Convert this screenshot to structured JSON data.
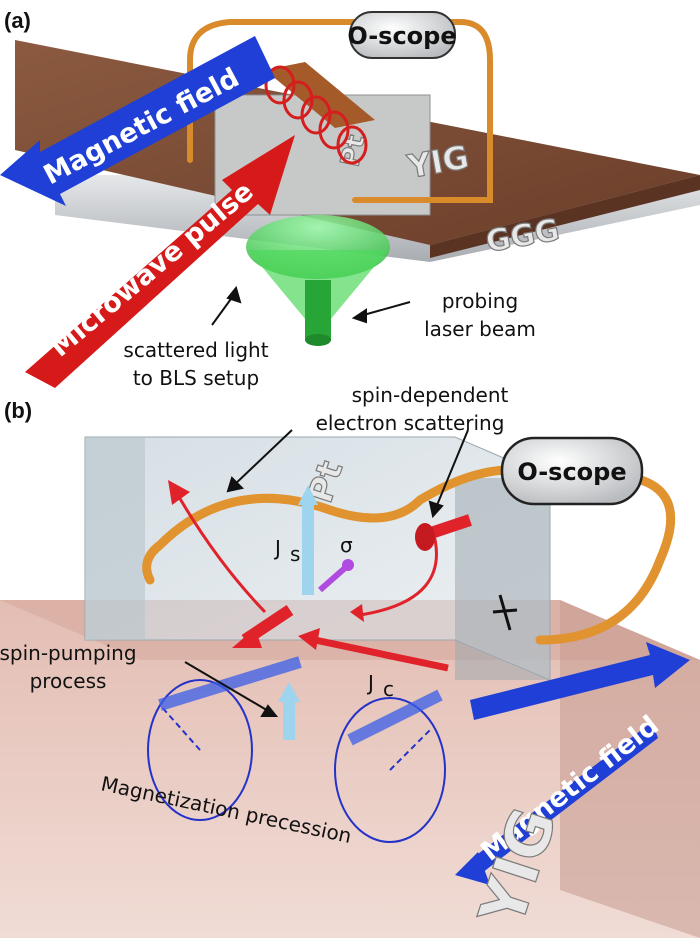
{
  "panel_a": {
    "label": "(a)",
    "magnetic_field": "Magnetic field",
    "microwave_pulse": "Microwave pulse",
    "oscope": "O-scope",
    "pt": "Pt",
    "yig": "YIG",
    "ggg": "GGG",
    "scattered_line1": "scattered light",
    "scattered_line2": "to BLS setup",
    "probing_line1": "probing",
    "probing_line2": "laser beam"
  },
  "panel_b": {
    "label": "(b)",
    "spin_dep_line1": "spin-dependent",
    "spin_dep_line2": "electron scattering",
    "oscope": "O-scope",
    "pt": "Pt",
    "js": "J",
    "js_sub": "s",
    "sigma": "σ",
    "jc": "J",
    "jc_sub": "c",
    "spin_pump_line1": "spin-pumping",
    "spin_pump_line2": "process",
    "magnetic_field": "Magnetic field",
    "magnetization": "Magnetization precession",
    "yig": "YIG"
  },
  "colors": {
    "yig_brown": "#7a4a33",
    "ggg_gray": "#c9cdd2",
    "pt_gray": "#c7c9c9",
    "field_blue": "#1f3fd6",
    "pulse_red": "#d61a1a",
    "laser_green": "#3bd14a",
    "wire_orange": "#d98a2b",
    "spin_red": "#e0222a",
    "magnet_blue": "#3a5ee8",
    "yig_block_pink": "#e8c8c0"
  }
}
